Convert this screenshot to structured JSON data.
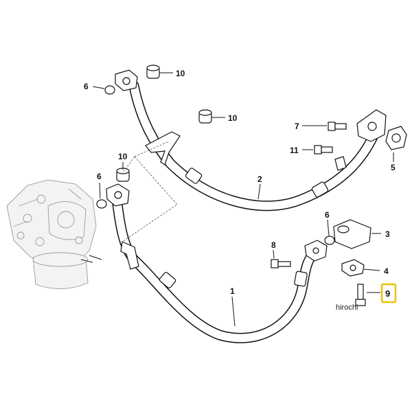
{
  "diagram": {
    "callouts": {
      "c1": "1",
      "c2": "2",
      "c3": "3",
      "c4": "4",
      "c5": "5",
      "c6_top": "6",
      "c6_left": "6",
      "c6_right": "6",
      "c7": "7",
      "c8": "8",
      "c9": "9",
      "c10_top": "10",
      "c10_mid": "10",
      "c10_left": "10",
      "c11": "11"
    },
    "highlighted_part": "9",
    "highlight_color": "#e8c300",
    "watermark": "hirochi"
  }
}
